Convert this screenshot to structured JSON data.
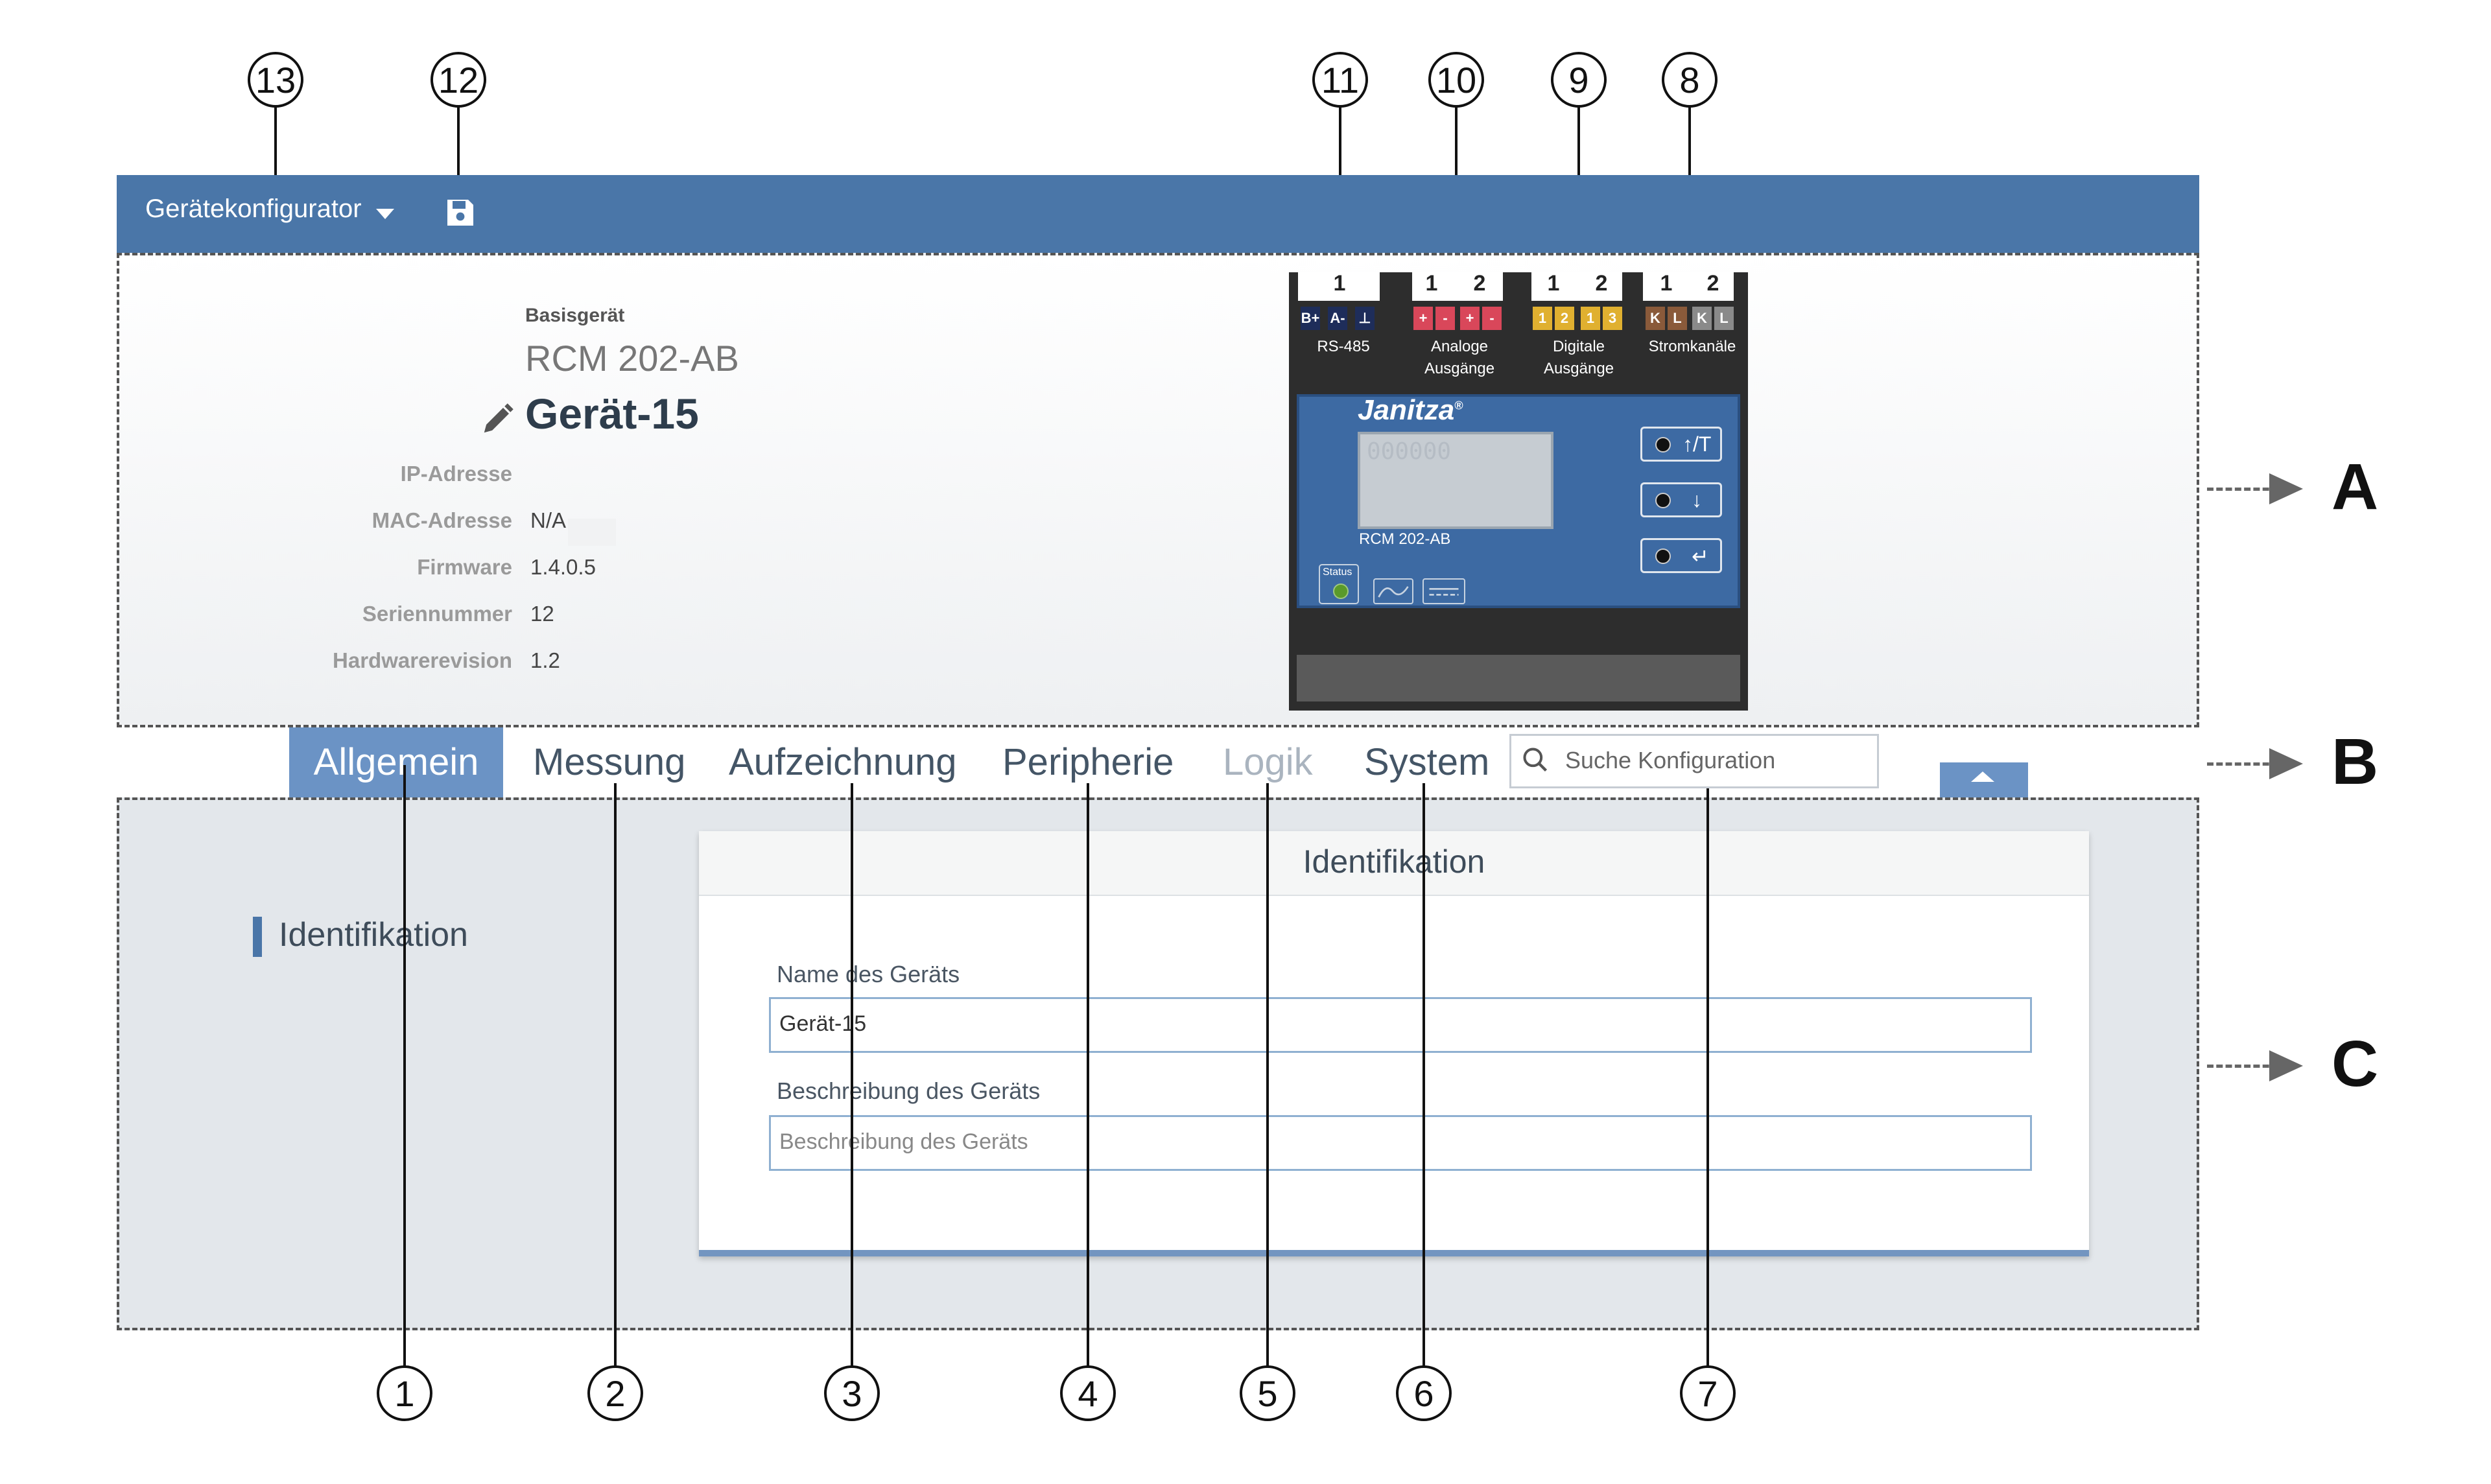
{
  "toolbar": {
    "title": "Gerätekonfigurator"
  },
  "device": {
    "base_label": "Basisgerät",
    "model": "RCM 202-AB",
    "name": "Gerät-15",
    "fields": [
      {
        "label": "IP-Adresse",
        "value": ""
      },
      {
        "label": "MAC-Adresse",
        "value": "N/A"
      },
      {
        "label": "Firmware",
        "value": "1.4.0.5"
      },
      {
        "label": "Seriennummer",
        "value": "12"
      },
      {
        "label": "Hardwarerevision",
        "value": "1.2"
      }
    ]
  },
  "device_image": {
    "logo": "Janitza",
    "logo_mark": "®",
    "display_digits": "000000",
    "model_label": "RCM 202-AB",
    "status_label": "Status",
    "terminal_groups": [
      {
        "numbers": [
          "1"
        ],
        "blocks": [
          "B+",
          "A-",
          "⊥"
        ],
        "caption": "RS-485"
      },
      {
        "numbers": [
          "1",
          "2"
        ],
        "blocks": [
          "+",
          "-",
          "+",
          "-"
        ],
        "caption": "Analoge Ausgänge"
      },
      {
        "numbers": [
          "1",
          "2"
        ],
        "blocks": [
          "1",
          "2",
          "1",
          "3"
        ],
        "caption": "Digitale Ausgänge"
      },
      {
        "numbers": [
          "1",
          "2"
        ],
        "blocks": [
          "K",
          "L",
          "K",
          "L"
        ],
        "caption": "Stromkanäle"
      }
    ],
    "button_symbols": [
      "↑/T",
      "↓",
      "↵"
    ]
  },
  "tabs": [
    {
      "label": "Allgemein",
      "active": true
    },
    {
      "label": "Messung"
    },
    {
      "label": "Aufzeichnung"
    },
    {
      "label": "Peripherie"
    },
    {
      "label": "Logik",
      "disabled": true
    },
    {
      "label": "System"
    }
  ],
  "search": {
    "placeholder": "Suche Konfiguration"
  },
  "sidebar": {
    "items": [
      {
        "label": "Identifikation"
      }
    ]
  },
  "card": {
    "title": "Identifikation",
    "name_label": "Name des Geräts",
    "name_value": "Gerät-15",
    "desc_label": "Beschreibung des Geräts",
    "desc_placeholder": "Beschreibung des Geräts"
  },
  "callouts": [
    "1",
    "2",
    "3",
    "4",
    "5",
    "6",
    "7",
    "8",
    "9",
    "10",
    "11",
    "12",
    "13"
  ],
  "section_markers": [
    "A",
    "B",
    "C"
  ],
  "colors": {
    "toolbar": "#4a76a8",
    "active_tab": "#6b93c5",
    "analog_block": "#d9475a",
    "digital_block": "#e0b030",
    "current_block": "#8a5a3a"
  }
}
